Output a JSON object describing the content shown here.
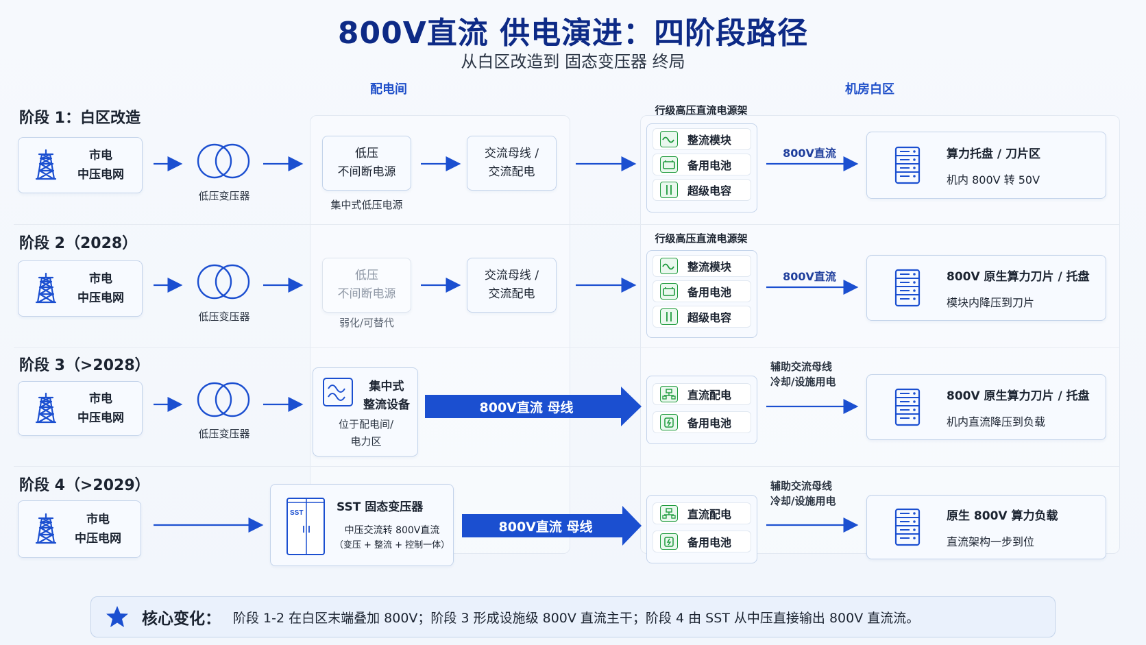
{
  "header": {
    "title": "800V直流 供电演进：四阶段路径",
    "subtitle": "从白区改造到 固态变压器 终局"
  },
  "zones": {
    "distribution_room": "配电间",
    "white_space": "机房白区"
  },
  "stages": [
    {
      "title": "阶段 1：白区改造",
      "grid": [
        "市电",
        "中压电网"
      ],
      "transformer": "低压变压器",
      "ups": [
        "低压",
        "不间断电源"
      ],
      "ups_caption": "集中式低压电源",
      "ac_bus": [
        "交流母线 /",
        "交流配电"
      ],
      "rack_title": "行级高压直流电源架",
      "rack_items": [
        "整流模块",
        "备用电池",
        "超级电容"
      ],
      "link_label": "800V直流",
      "load_title": "算力托盘 / 刀片区",
      "load_sub": "机内 800V 转 50V"
    },
    {
      "title": "阶段 2（2028）",
      "grid": [
        "市电",
        "中压电网"
      ],
      "transformer": "低压变压器",
      "ups": [
        "低压",
        "不间断电源"
      ],
      "ups_caption": "弱化/可替代",
      "ac_bus": [
        "交流母线 /",
        "交流配电"
      ],
      "rack_title": "行级高压直流电源架",
      "rack_items": [
        "整流模块",
        "备用电池",
        "超级电容"
      ],
      "link_label": "800V直流",
      "load_title": "800V 原生算力刀片 / 托盘",
      "load_sub": "模块内降压到刀片"
    },
    {
      "title": "阶段 3（>2028）",
      "grid": [
        "市电",
        "中压电网"
      ],
      "transformer": "低压变压器",
      "rectifier": [
        "集中式",
        "整流设备"
      ],
      "rectifier_caption": [
        "位于配电间/",
        "电力区"
      ],
      "bus_label": "800V直流 母线",
      "rack_items": [
        "直流配电",
        "备用电池"
      ],
      "link_label": [
        "辅助交流母线",
        "冷却/设施用电"
      ],
      "load_title": "800V 原生算力刀片 / 托盘",
      "load_sub": "机内直流降压到负载"
    },
    {
      "title": "阶段 4（>2029）",
      "grid": [
        "市电",
        "中压电网"
      ],
      "sst_badge": "SST",
      "sst_title": "SST 固态变压器",
      "sst_lines": [
        "中压交流转 800V直流",
        "（变压 + 整流 + 控制一体）"
      ],
      "bus_label": "800V直流 母线",
      "rack_items": [
        "直流配电",
        "备用电池"
      ],
      "link_label": [
        "辅助交流母线",
        "冷却/设施用电"
      ],
      "load_title": "原生 800V 算力负载",
      "load_sub": "直流架构一步到位"
    }
  ],
  "core": {
    "label": "核心变化：",
    "text": "阶段 1-2 在白区末端叠加 800V；阶段 3 形成设施级 800V 直流主干；阶段 4 由 SST 从中压直接输出 800V 直流流。"
  },
  "colors": {
    "title": "#0d2a86",
    "accent_blue": "#1b4fd0",
    "rack_green": "#1d9a3c"
  }
}
